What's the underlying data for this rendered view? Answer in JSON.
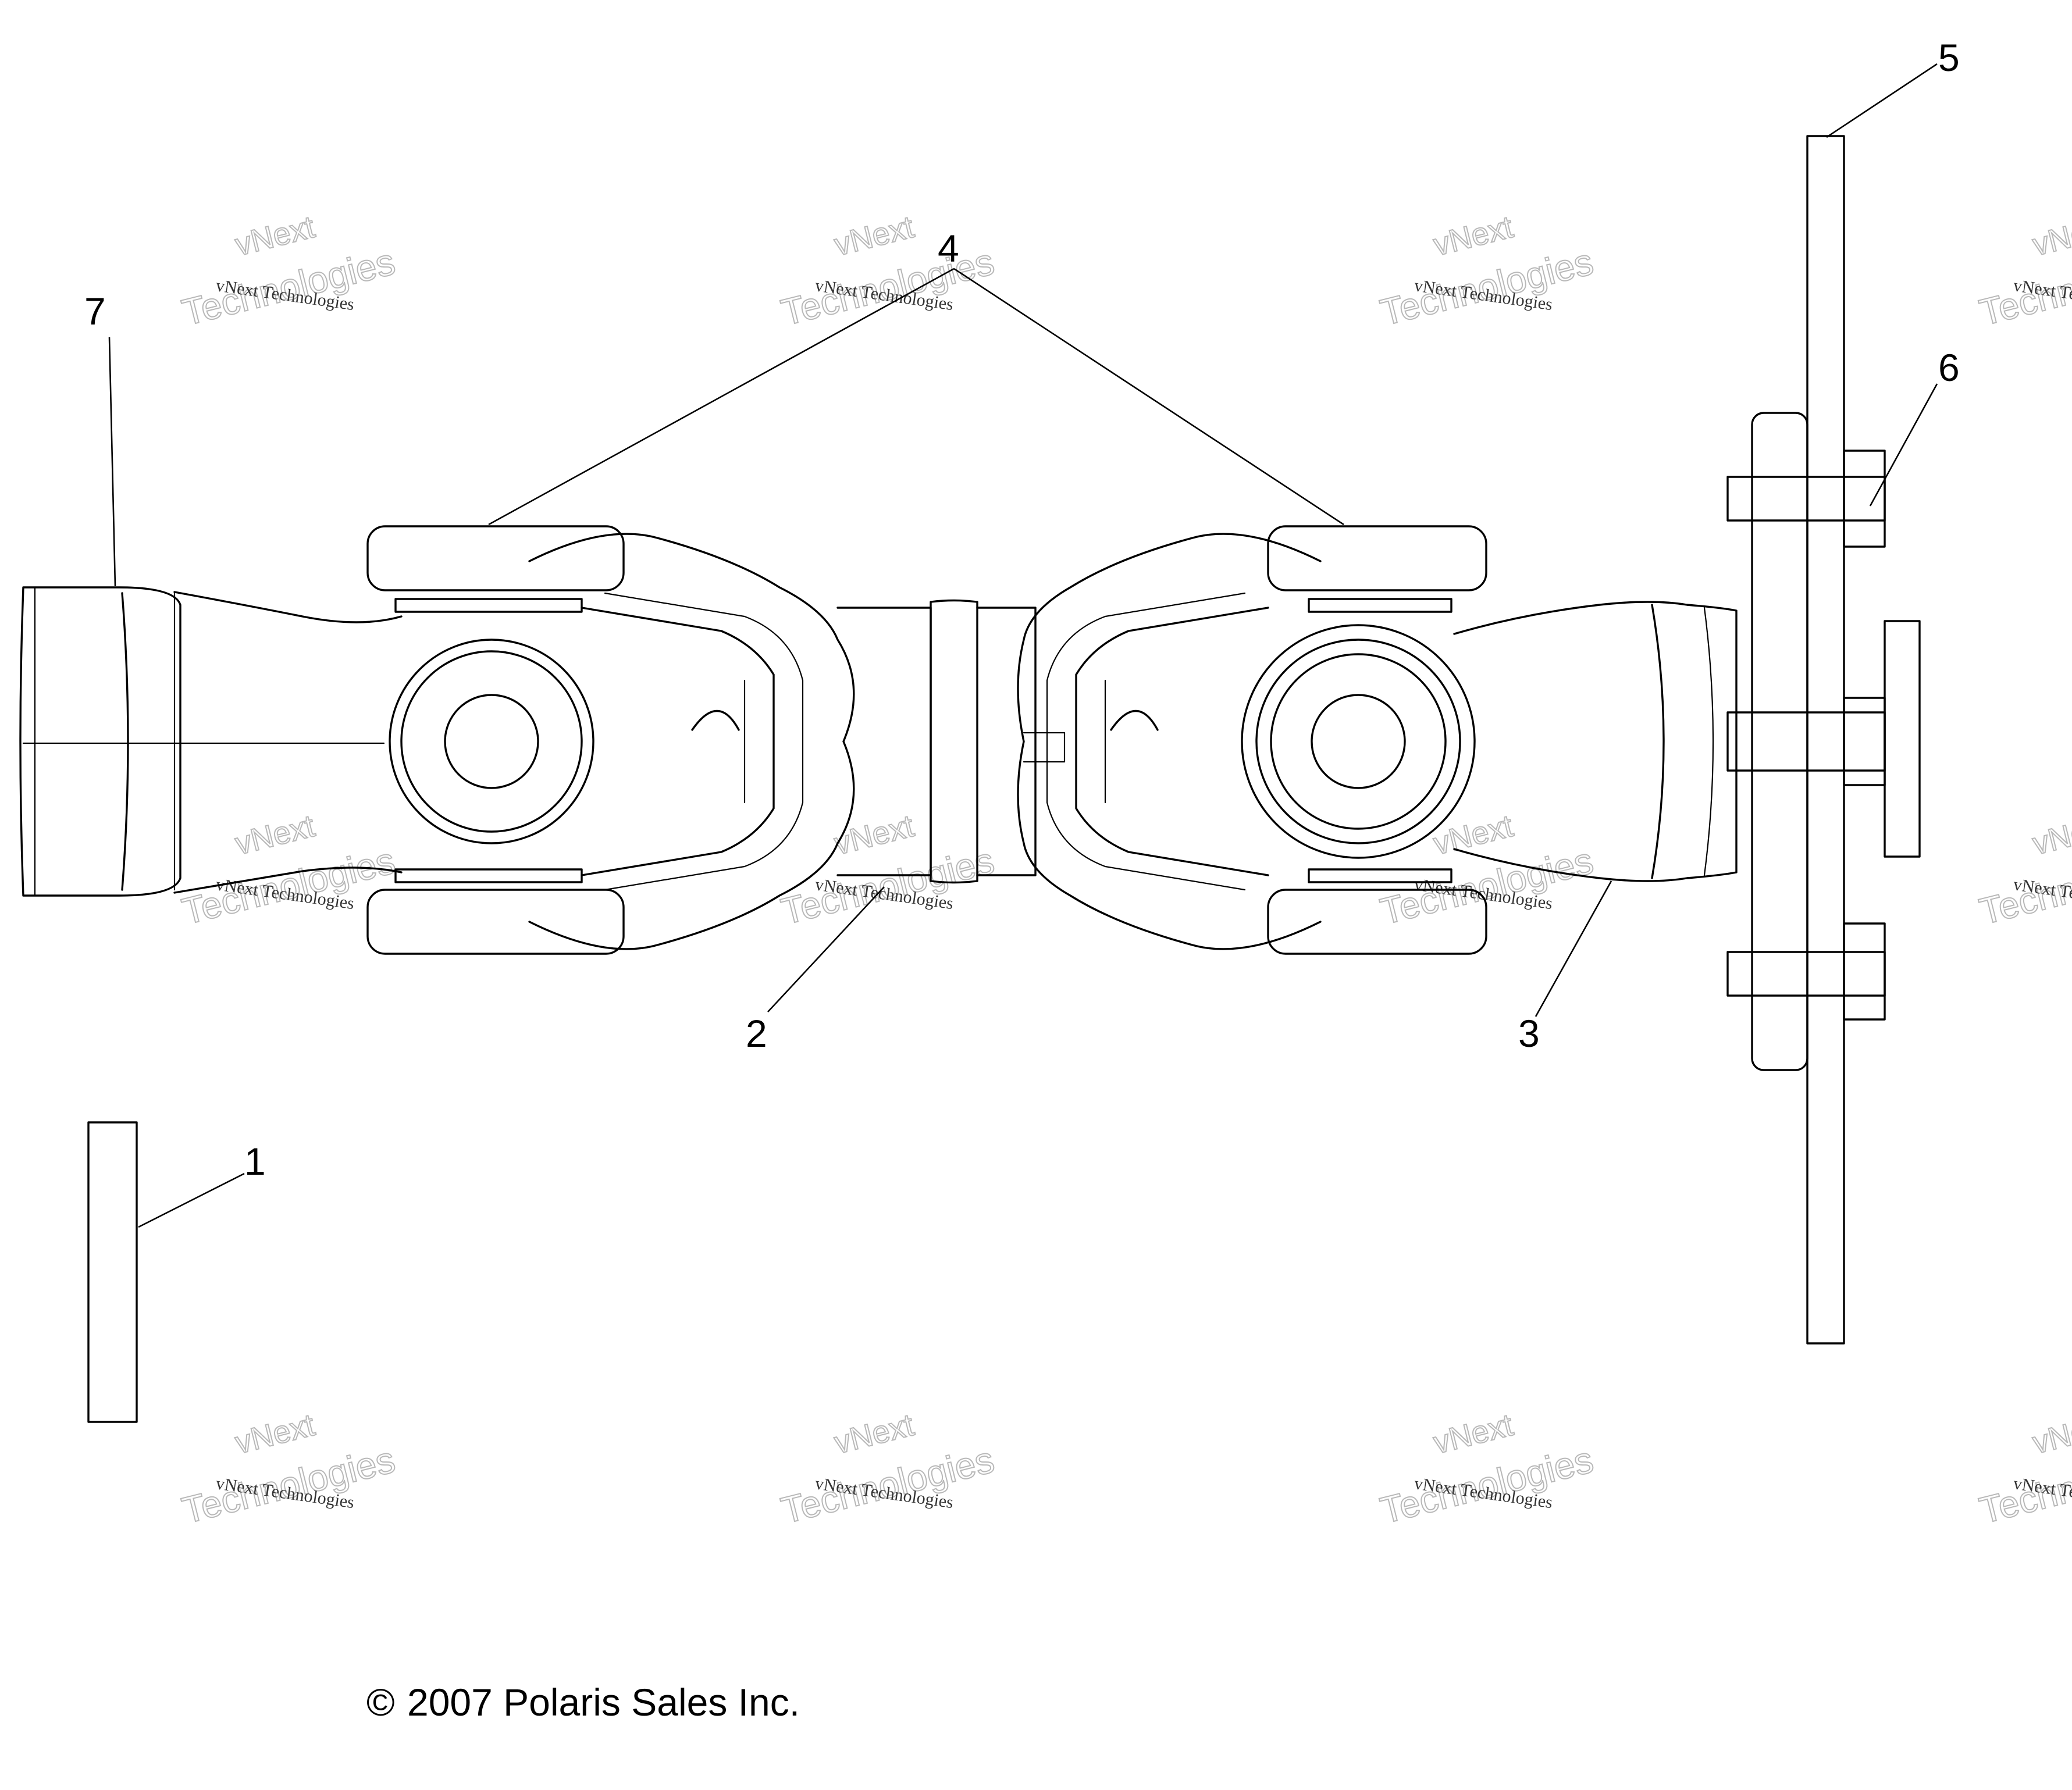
{
  "diagram": {
    "callouts": [
      {
        "id": "1",
        "label": "1"
      },
      {
        "id": "2",
        "label": "2"
      },
      {
        "id": "3",
        "label": "3"
      },
      {
        "id": "4",
        "label": "4"
      },
      {
        "id": "5",
        "label": "5"
      },
      {
        "id": "6",
        "label": "6"
      },
      {
        "id": "7",
        "label": "7"
      }
    ],
    "copyright": "2007 Polaris Sales Inc.",
    "copyright_symbol": "©",
    "watermark": {
      "line1": "vNext Technologies",
      "line2": "Technologies",
      "logo": "vNext"
    }
  },
  "colors": {
    "ink": "#000000",
    "background": "#ffffff",
    "watermark": "#b8b8b8"
  }
}
